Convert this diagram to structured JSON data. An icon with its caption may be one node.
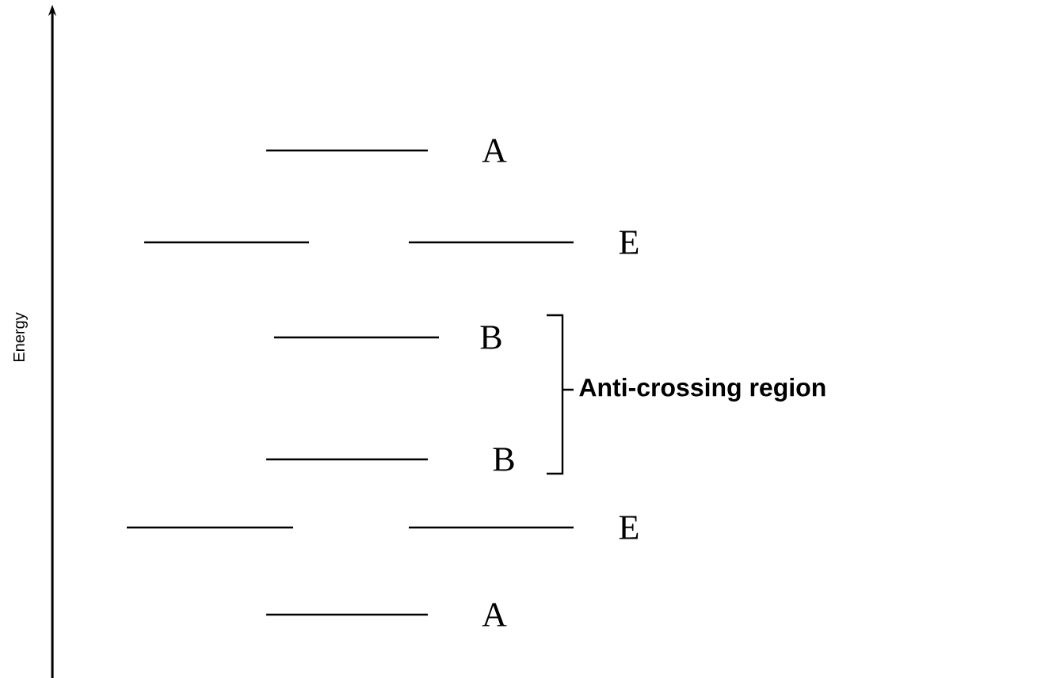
{
  "diagram": {
    "labels": [
      "A",
      "E",
      "B",
      "B",
      "E",
      "A",
      "Anti-crossing region",
      "Energy"
    ]
  }
}
